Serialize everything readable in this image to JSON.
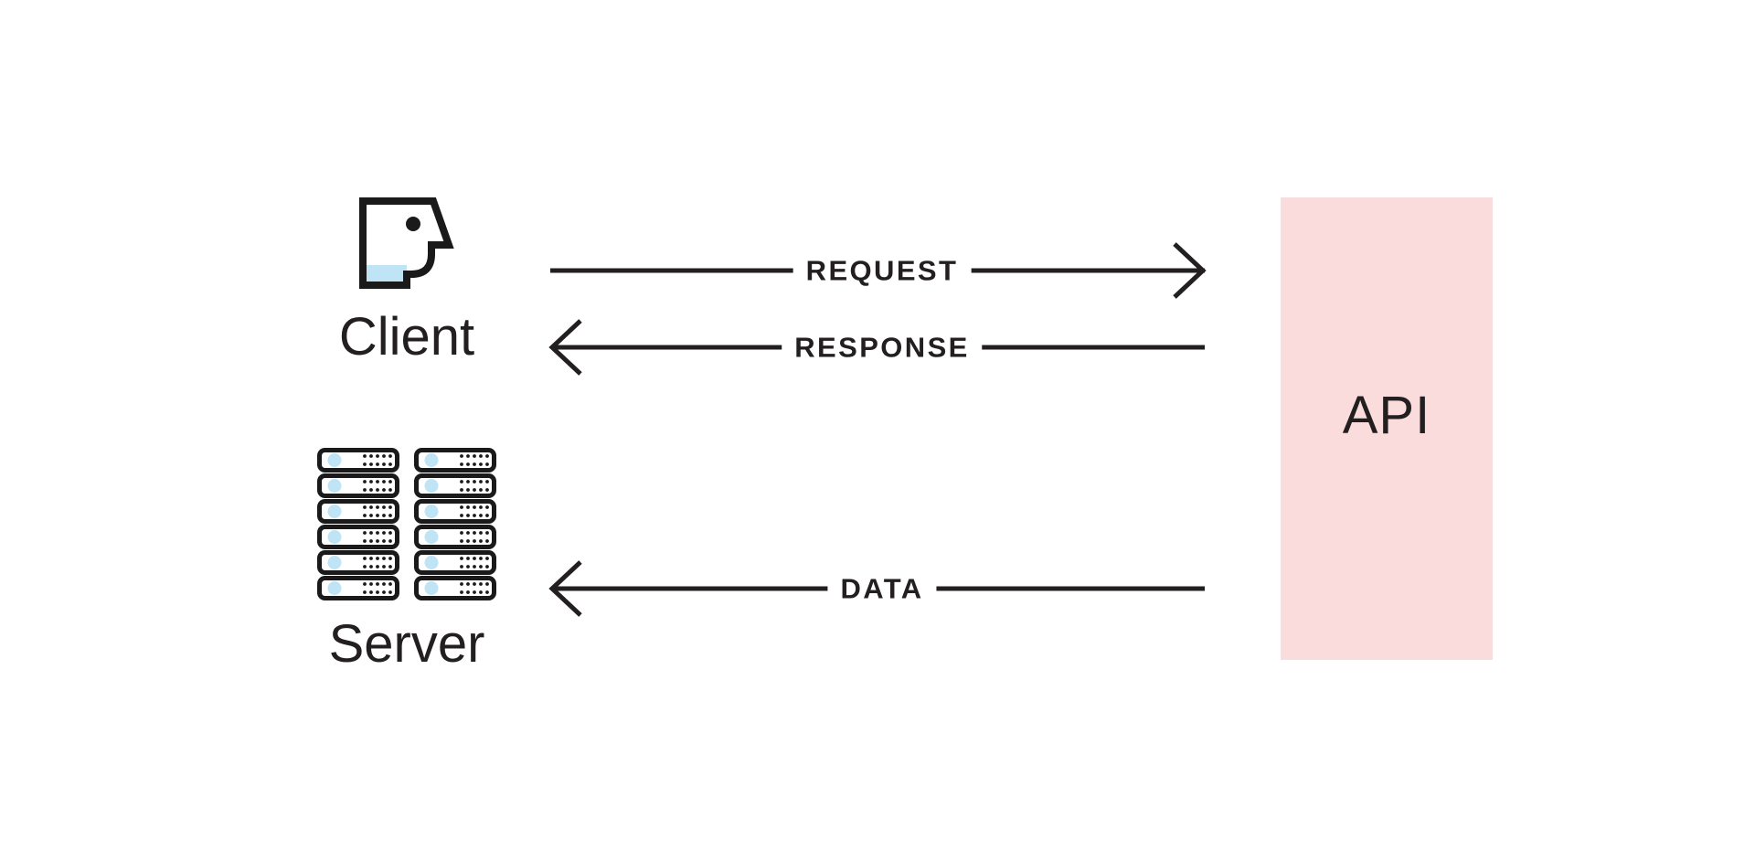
{
  "diagram": {
    "title": "Client Server API request flow",
    "background": "#ffffff",
    "ink": "#231f20"
  },
  "nodes": {
    "client": {
      "label": "Client",
      "icon": "client-head-icon",
      "accent": "#bfe4f5"
    },
    "server": {
      "label": "Server",
      "icon": "server-rack-icon",
      "accent": "#bfe4f5",
      "rack_columns": 2,
      "rack_rows": 6,
      "dots_per_unit": "5x2"
    },
    "api": {
      "label": "API",
      "fill": "#fbdcdc"
    }
  },
  "flows": [
    {
      "id": "request",
      "label": "REQUEST",
      "from": "client",
      "to": "api",
      "direction": "right",
      "arrowhead": "right"
    },
    {
      "id": "response",
      "label": "RESPONSE",
      "from": "api",
      "to": "client",
      "direction": "left",
      "arrowhead": "left"
    },
    {
      "id": "data",
      "label": "DATA",
      "from": "api",
      "to": "server",
      "direction": "left",
      "arrowhead": "left"
    }
  ]
}
